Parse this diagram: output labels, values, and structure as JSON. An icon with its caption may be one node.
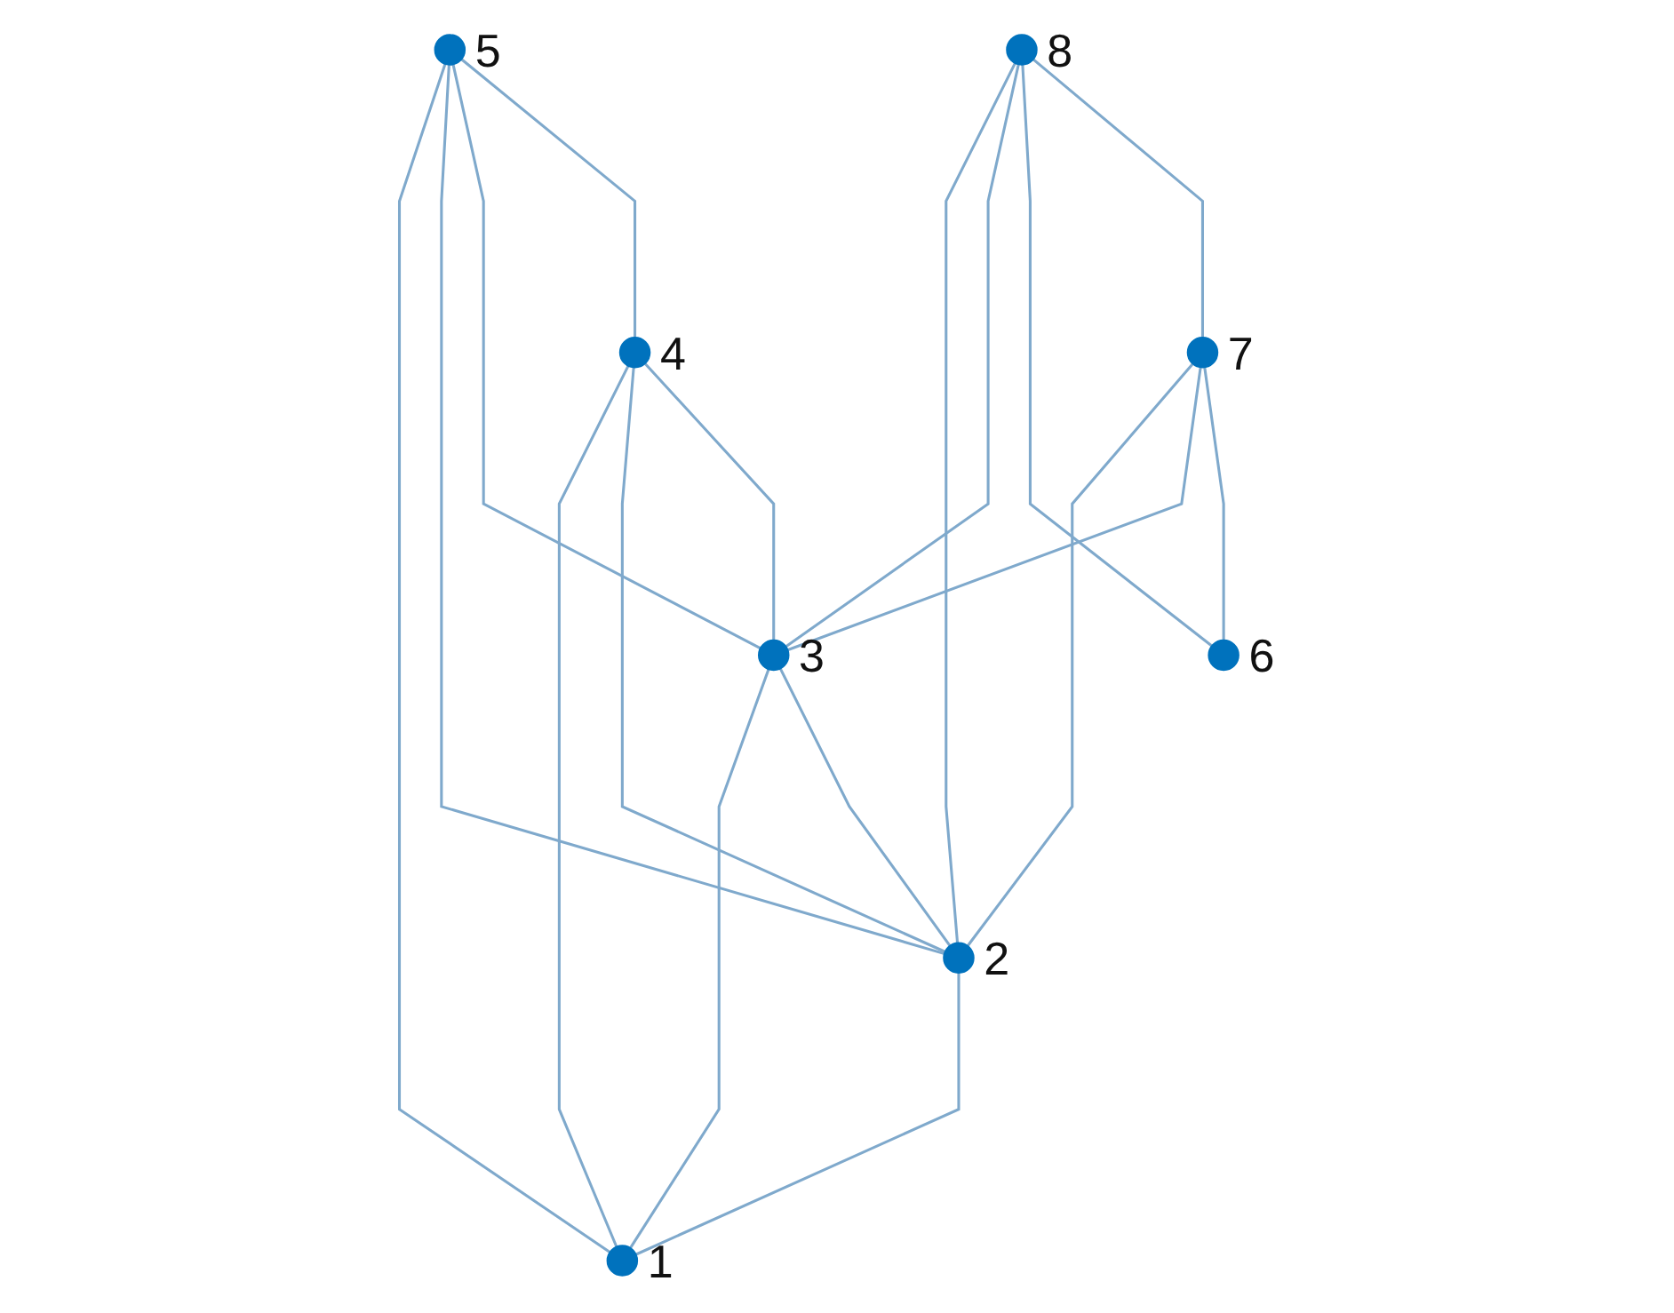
{
  "diagram": {
    "nodes": [
      {
        "text": [],
        "shape": "circle",
        "beside": [
          "1"
        ]
      },
      {
        "text": [],
        "shape": "circle",
        "beside": [
          "2"
        ]
      },
      {
        "text": [],
        "shape": "circle",
        "beside": [
          "3"
        ]
      },
      {
        "text": [],
        "shape": "circle",
        "beside": [
          "4"
        ]
      },
      {
        "text": [],
        "shape": "circle",
        "beside": [
          "5"
        ]
      },
      {
        "text": [],
        "shape": "circle",
        "beside": [
          "6"
        ]
      },
      {
        "text": [],
        "shape": "circle",
        "beside": [
          "7"
        ]
      },
      {
        "text": [],
        "shape": "circle",
        "beside": [
          "8"
        ]
      }
    ],
    "edges": [
      {
        "from": 0,
        "to": 1,
        "arrow": "none"
      },
      {
        "from": 0,
        "to": 2,
        "arrow": "none"
      },
      {
        "from": 0,
        "to": 3,
        "arrow": "none"
      },
      {
        "from": 0,
        "to": 4,
        "arrow": "none"
      },
      {
        "from": 1,
        "to": 2,
        "arrow": "none"
      },
      {
        "from": 1,
        "to": 3,
        "arrow": "none"
      },
      {
        "from": 1,
        "to": 4,
        "arrow": "none"
      },
      {
        "from": 1,
        "to": 6,
        "arrow": "none"
      },
      {
        "from": 1,
        "to": 7,
        "arrow": "none"
      },
      {
        "from": 2,
        "to": 3,
        "arrow": "none"
      },
      {
        "from": 2,
        "to": 4,
        "arrow": "none"
      },
      {
        "from": 2,
        "to": 6,
        "arrow": "none"
      },
      {
        "from": 2,
        "to": 7,
        "arrow": "none"
      },
      {
        "from": 3,
        "to": 4,
        "arrow": "none"
      },
      {
        "from": 5,
        "to": 6,
        "arrow": "none"
      },
      {
        "from": 5,
        "to": 7,
        "arrow": "none"
      },
      {
        "from": 6,
        "to": 7,
        "arrow": "none"
      }
    ]
  }
}
